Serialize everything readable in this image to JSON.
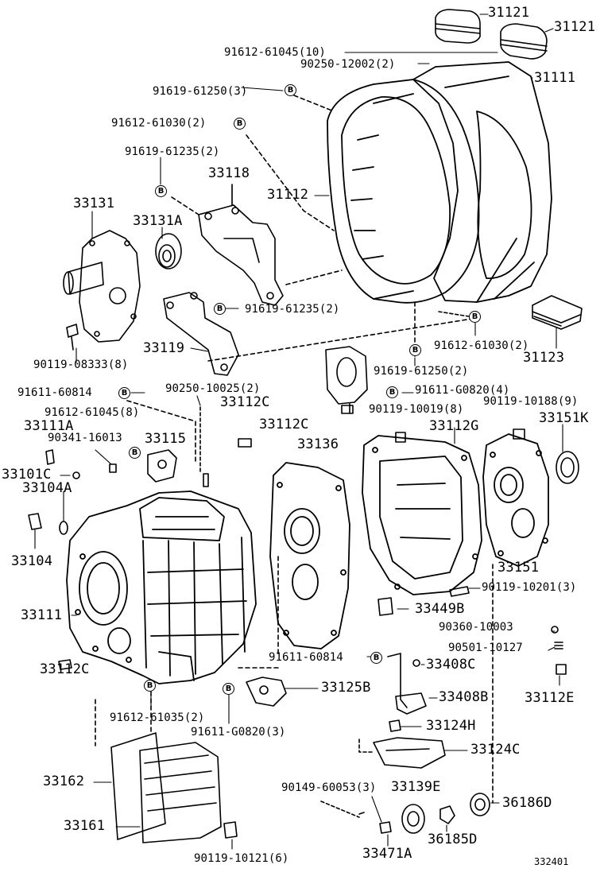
{
  "diagram": {
    "ref_code": "332401",
    "badge_letter": "B",
    "labels": {
      "p31121a": "31121",
      "p31121b": "31121",
      "p91612_61045_10": "91612-61045(10)",
      "p90250_12002": "90250-12002(2)",
      "p31111_top": "31111",
      "p91619_61250_top": "91619-61250(3)",
      "p91612_61030_2_top": "91612-61030(2)",
      "p91619_61235_left": "91619-61235(2)",
      "p33118": "33118",
      "p31112": "31112",
      "p33131": "33131",
      "p33131a": "33131A",
      "p91619_61235_mid": "91619-61235(2)",
      "p33119": "33119",
      "p90119_08333": "90119-08333(8)",
      "p91612_61030_2_right": "91612-61030(2)",
      "p31123": "31123",
      "p91619_61250_2": "91619-61250(2)",
      "p91611_60814_top": "91611-60814",
      "p90250_10025": "90250-10025(2)",
      "p91611_g0820_4": "91611-G0820(4)",
      "p91612_61045_8": "91612-61045(8)",
      "p33112c_top": "33112C",
      "p90119_10019": "90119-10019(8)",
      "p90119_10188": "90119-10188(9)",
      "p33111a": "33111A",
      "p90341_16013": "90341-16013",
      "p33115": "33115",
      "p33112c_mid": "33112C",
      "p33112g": "33112G",
      "p33151k": "33151K",
      "p33136": "33136",
      "p33101c": "33101C",
      "p33104a": "33104A",
      "p33104": "33104",
      "p33151": "33151",
      "p90119_10201": "90119-10201(3)",
      "p33111_main": "33111",
      "p33449b": "33449B",
      "p90360_10003": "90360-10003",
      "p90501_10127": "90501-10127",
      "p33112c_bottom": "33112C",
      "p91611_60814_mid": "91611-60814",
      "p33408c": "33408C",
      "p33125b": "33125B",
      "p33408b": "33408B",
      "p33112e": "33112E",
      "p91612_61035": "91612-61035(2)",
      "p91611_g0820_3": "91611-G0820(3)",
      "p33124h": "33124H",
      "p33124c": "33124C",
      "p33162": "33162",
      "p90149_60053": "90149-60053(3)",
      "p33139e": "33139E",
      "p36186d": "36186D",
      "p33161": "33161",
      "p36185d": "36185D",
      "p90119_10121": "90119-10121(6)",
      "p33471a": "33471A"
    }
  }
}
